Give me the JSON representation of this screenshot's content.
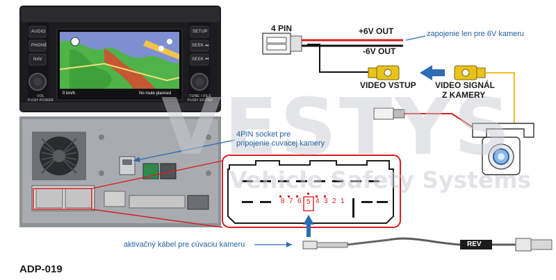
{
  "title_code": "ADP-019",
  "watermark": {
    "brand": "VESTYS",
    "tagline": "Vehicle Safety Systems"
  },
  "wires": {
    "pin_label": "4 PIN",
    "plus_label": "+6V OUT",
    "minus_label": "-6V OUT",
    "plus_note": "zapojenie len pre 6V kameru",
    "video_in_label": "VIDEO VSTUP",
    "video_signal_label_1": "VIDEO SIGNÁL",
    "video_signal_label_2": "Z KAMERY"
  },
  "socket_note_1": "4PIN socket pre",
  "socket_note_2": "pripojenie cuvacej kamery",
  "activation_note": "aktivačný kábel pre cúvaciu kameru",
  "rev_label": "REV",
  "connector_pins": [
    "8",
    "7",
    "6",
    "5",
    "4",
    "3",
    "2",
    "1"
  ],
  "highlighted_pin": "5",
  "headunit": {
    "left_buttons": [
      "AUDIO",
      "PHONE",
      "NAV"
    ],
    "right_buttons": [
      "SETUP",
      "SEEK ⏭",
      "SEEK ⏮"
    ],
    "left_knob_label": "VOL\nPUSH POWER",
    "right_knob_label": "TUNE / FILE\nPUSH SOUND",
    "screen_left": "0 km/h",
    "screen_right": "No route planned"
  },
  "colors": {
    "red": "#d81e1e",
    "yellow": "#e8c41a",
    "blue": "#2a6db3",
    "black": "#111111"
  }
}
